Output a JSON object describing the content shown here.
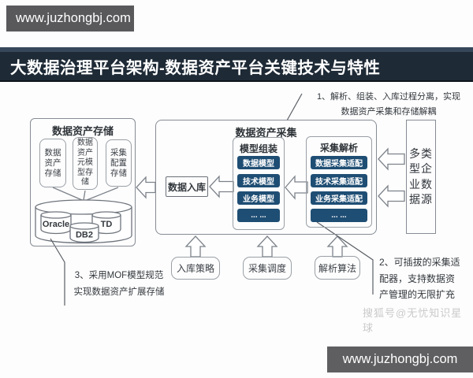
{
  "page": {
    "top_badge": "www.juzhongbj.com",
    "bottom_badge": "www.juzhongbj.com",
    "title": "大数据治理平台架构-数据资产平台关键技术与特性",
    "social_watermark": "搜狐号@无忧知识星球"
  },
  "storage": {
    "title": "数据资产存储",
    "stores": [
      "数据\n资产\n存储",
      "数据\n资产\n元模\n型存\n储",
      "采集\n配置\n存储"
    ],
    "databases": [
      "Oracle",
      "DB2",
      "TD"
    ]
  },
  "collection": {
    "title": "数据资产采集",
    "warehouse": "数据入库",
    "assembly": {
      "title": "模型组装",
      "items": [
        "数据模型",
        "技术模型",
        "业务模型",
        "... ..."
      ]
    },
    "parse": {
      "title": "采集解析",
      "items": [
        "数据采集适配",
        "技术采集适配",
        "业务采集适配",
        "... ..."
      ]
    }
  },
  "source": {
    "label": "多类\n型企\n业数\n据源"
  },
  "controls": [
    "入库策略",
    "采集调度",
    "解析算法"
  ],
  "annotations": {
    "a1": "1、解析、组装、入库过程分离，实现\n数据资产采集和存储解耦",
    "a2": "2、可插拔的采集适\n配器，支持数据资\n产管理的无限扩充",
    "a3": "3、采用MOF模型规范\n实现数据资产扩展存储"
  },
  "colors": {
    "navy_button": "#1f4e74",
    "header_bg": "#1e2a36",
    "badge_gray": "#59595c"
  }
}
